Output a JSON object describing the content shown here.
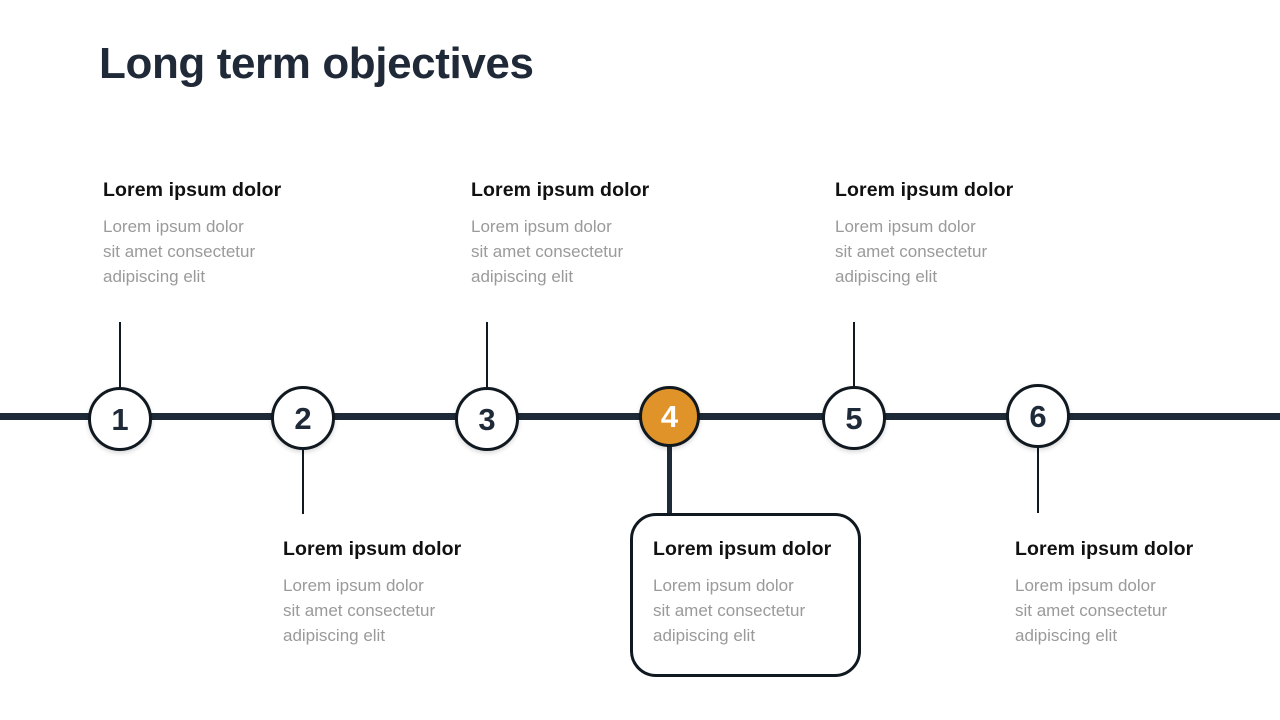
{
  "slide": {
    "title": "Long term objectives",
    "background_color": "#ffffff"
  },
  "theme": {
    "navy": "#1f2a38",
    "ink": "#101820",
    "accent": "#df9328",
    "body_text": "#9a9a9a",
    "heading_text": "#111111"
  },
  "timeline": {
    "axis_label": "timeline-axis",
    "active_step": 4,
    "steps": [
      {
        "number": "1",
        "position": "above",
        "active": false,
        "heading": "Lorem ipsum dolor",
        "body": "Lorem ipsum dolor\nsit amet consectetur\nadipiscing elit"
      },
      {
        "number": "2",
        "position": "below",
        "active": false,
        "heading": "Lorem ipsum dolor",
        "body": "Lorem ipsum dolor\nsit amet consectetur\nadipiscing elit"
      },
      {
        "number": "3",
        "position": "above",
        "active": false,
        "heading": "Lorem ipsum dolor",
        "body": "Lorem ipsum dolor\nsit amet consectetur\nadipiscing elit"
      },
      {
        "number": "4",
        "position": "below",
        "active": true,
        "heading": "Lorem ipsum dolor",
        "body": "Lorem ipsum dolor\nsit amet consectetur\nadipiscing elit"
      },
      {
        "number": "5",
        "position": "above",
        "active": false,
        "heading": "Lorem ipsum dolor",
        "body": "Lorem ipsum dolor\nsit amet consectetur\nadipiscing elit"
      },
      {
        "number": "6",
        "position": "below",
        "active": false,
        "heading": "Lorem ipsum dolor",
        "body": "Lorem ipsum dolor\nsit amet consectetur\nadipiscing elit"
      }
    ]
  }
}
